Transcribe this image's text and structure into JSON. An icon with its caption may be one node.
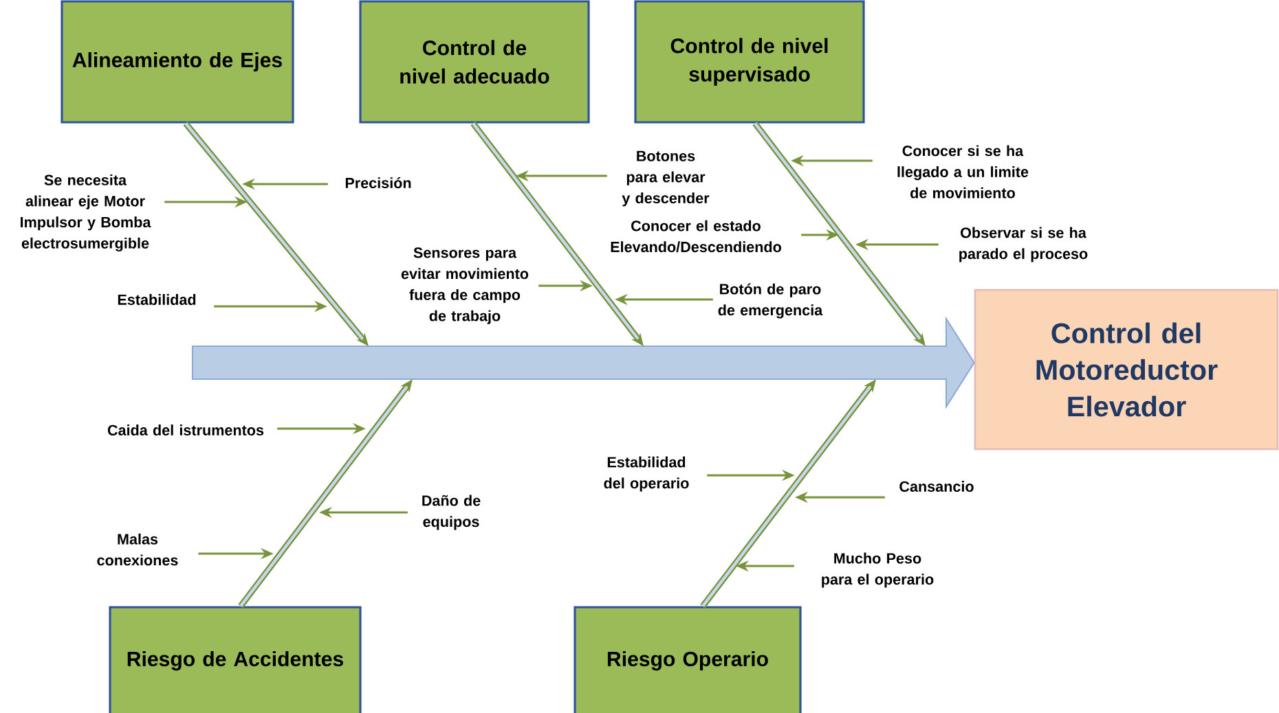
{
  "diagram": {
    "nodes": [
      {
        "text": [
          "Alineamiento de Ejes"
        ]
      },
      {
        "text": [
          "Control de nivel adecuado"
        ]
      },
      {
        "text": [
          "Control de nivel supervisado"
        ]
      },
      {
        "text": [
          "Control del Motoreductor Elevador"
        ]
      },
      {
        "text": [
          "Riesgo de Accidentes"
        ]
      },
      {
        "text": [
          "Riesgo Operario"
        ]
      },
      {
        "text": [
          "Se necesita alinear eje Motor Impulsor y Bomba electrosumergible"
        ]
      },
      {
        "text": [
          "Precisión"
        ]
      },
      {
        "text": [
          "Estabilidad"
        ]
      },
      {
        "text": [
          "Botones para elevar y descender"
        ]
      },
      {
        "text": [
          "Sensores para evitar movimiento fuera de campo de trabajo"
        ]
      },
      {
        "text": [
          "Botón de paro de emergencia"
        ]
      },
      {
        "text": [
          "Conocer si se ha llegado a un limite de movimiento"
        ]
      },
      {
        "text": [
          "Conocer el estado Elevando/Descendiendo"
        ]
      },
      {
        "text": [
          "Observar si se ha parado el proceso"
        ]
      },
      {
        "text": [
          "Caida del istrumentos"
        ]
      },
      {
        "text": [
          "Daño de equipos"
        ]
      },
      {
        "text": [
          "Malas conexiones"
        ]
      },
      {
        "text": [
          "Estabilidad del operario"
        ]
      },
      {
        "text": [
          "Cansancio"
        ]
      },
      {
        "text": [
          "Mucho Peso para el operario"
        ]
      }
    ],
    "edges": [
      {
        "from": null,
        "to": 3,
        "arrow": "to",
        "style": "thick",
        "color": "#b9cde5"
      },
      {
        "from": 0,
        "to": null,
        "arrow": "to",
        "style": "thick"
      },
      {
        "from": 1,
        "to": null,
        "arrow": "to",
        "style": "thick"
      },
      {
        "from": 2,
        "to": null,
        "arrow": "to",
        "style": "thick"
      },
      {
        "from": 4,
        "to": null,
        "arrow": "to",
        "style": "thick"
      },
      {
        "from": 5,
        "to": null,
        "arrow": "to",
        "style": "thick"
      },
      {
        "from": 6,
        "to": null,
        "arrow": "to"
      },
      {
        "from": 7,
        "to": null,
        "arrow": "to"
      },
      {
        "from": 8,
        "to": null,
        "arrow": "to"
      },
      {
        "from": 9,
        "to": null,
        "arrow": "to"
      },
      {
        "from": 10,
        "to": null,
        "arrow": "to"
      },
      {
        "from": 11,
        "to": null,
        "arrow": "to"
      },
      {
        "from": 12,
        "to": null,
        "arrow": "to"
      },
      {
        "from": 13,
        "to": null,
        "arrow": "to"
      },
      {
        "from": 14,
        "to": null,
        "arrow": "to"
      },
      {
        "from": 15,
        "to": null,
        "arrow": "to"
      },
      {
        "from": 16,
        "to": null,
        "arrow": "to"
      },
      {
        "from": 17,
        "to": null,
        "arrow": "to"
      },
      {
        "from": 18,
        "to": null,
        "arrow": "to"
      },
      {
        "from": 19,
        "to": null,
        "arrow": "to"
      },
      {
        "from": 20,
        "to": null,
        "arrow": "to"
      }
    ]
  }
}
